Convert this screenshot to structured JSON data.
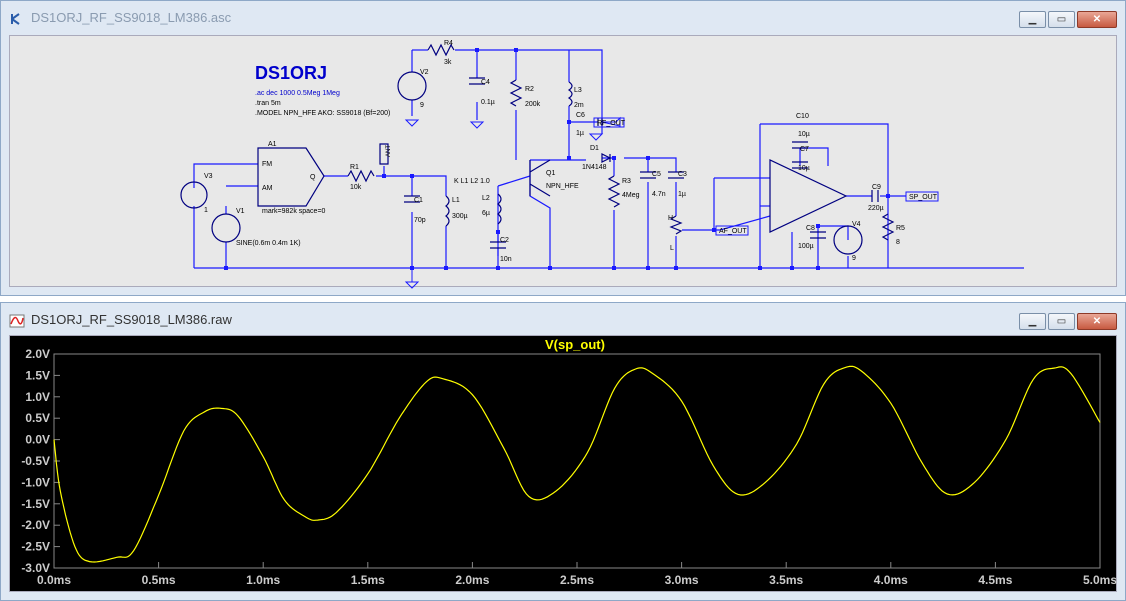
{
  "schematic_window": {
    "title": "DS1ORJ_RF_SS9018_LM386.asc",
    "heading": "DS1ORJ",
    "directives": [
      ".ac dec 1000 0.5Meg 1Meg",
      ".tran 5m",
      ".MODEL NPN_HFE AKO: SS9018 (Bf=200)"
    ],
    "components": {
      "v2": {
        "name": "V2",
        "value": "9"
      },
      "r4": {
        "name": "R4",
        "value": "3k"
      },
      "c4": {
        "name": "C4",
        "value": "0.1µ"
      },
      "r2": {
        "name": "R2",
        "value": "200k"
      },
      "l3": {
        "name": "L3",
        "value": "2m"
      },
      "c6": {
        "name": "C6",
        "value": "1µ"
      },
      "d1": {
        "name": "D1",
        "value": "1N4148"
      },
      "r3": {
        "name": "R3",
        "value": "4Meg"
      },
      "c5": {
        "name": "C5",
        "value": "4.7n"
      },
      "c3": {
        "name": "C3",
        "value": "1µ"
      },
      "q1": {
        "name": "Q1",
        "value": "NPN_HFE"
      },
      "a1": {
        "name": "A1",
        "in_fm": "FM",
        "in_am": "AM",
        "out": "Q",
        "params": "mark=982k space=0"
      },
      "v3": {
        "name": "V3",
        "value": "1"
      },
      "v1": {
        "name": "V1",
        "value": "SINE(0.6m 0.4m 1K)"
      },
      "r1": {
        "name": "R1",
        "value": "10k"
      },
      "c1": {
        "name": "C1",
        "value": "70p"
      },
      "l1": {
        "name": "L1",
        "value": "300µ"
      },
      "k": "K L1 L2 1.0",
      "l2": {
        "name": "L2",
        "value": "6µ"
      },
      "c2": {
        "name": "C2",
        "value": "10n"
      },
      "c10": {
        "name": "C10",
        "value": "10µ"
      },
      "c7": {
        "name": "C7",
        "value": "10µ"
      },
      "c8": {
        "name": "C8",
        "value": "100µ"
      },
      "v4": {
        "name": "V4",
        "value": "9"
      },
      "c9": {
        "name": "C9",
        "value": "220µ"
      },
      "r5": {
        "name": "R5",
        "value": "8"
      },
      "pot_h": "H",
      "pot_l": "L",
      "ant": "ANT"
    },
    "net_labels": {
      "rf_out": "RF_OUT",
      "af_out": "AF_OUT",
      "sp_out": "SP_OUT"
    }
  },
  "waveform_window": {
    "title": "DS1ORJ_RF_SS9018_LM386.raw",
    "trace_label": "V(sp_out)"
  },
  "colors": {
    "trace": "#ffff00",
    "schematic_wire": "#0000ff",
    "component": "#000080",
    "heading": "#0000cc"
  },
  "chart_data": {
    "type": "line",
    "title": "V(sp_out)",
    "xlabel": "",
    "ylabel": "",
    "xlim": [
      0,
      5
    ],
    "ylim": [
      -3,
      2
    ],
    "x_ticks": [
      "0.0ms",
      "0.5ms",
      "1.0ms",
      "1.5ms",
      "2.0ms",
      "2.5ms",
      "3.0ms",
      "3.5ms",
      "4.0ms",
      "4.5ms",
      "5.0ms"
    ],
    "y_ticks": [
      "2.0V",
      "1.5V",
      "1.0V",
      "0.5V",
      "0.0V",
      "-0.5V",
      "-1.0V",
      "-1.5V",
      "-2.0V",
      "-2.5V",
      "-3.0V"
    ],
    "grid": false,
    "series": [
      {
        "name": "V(sp_out)",
        "x": [
          0,
          0.03,
          0.1,
          0.17,
          0.3,
          0.38,
          0.5,
          0.62,
          0.72,
          0.8,
          0.88,
          1.0,
          1.1,
          1.2,
          1.26,
          1.35,
          1.5,
          1.65,
          1.78,
          1.86,
          2.0,
          2.15,
          2.27,
          2.4,
          2.55,
          2.68,
          2.78,
          2.86,
          3.0,
          3.15,
          3.27,
          3.4,
          3.55,
          3.68,
          3.78,
          3.86,
          4.0,
          4.15,
          4.27,
          4.4,
          4.55,
          4.68,
          4.78,
          4.86,
          5.0
        ],
        "y": [
          0,
          -1.2,
          -2.5,
          -2.85,
          -2.75,
          -2.6,
          -1.3,
          0.2,
          0.65,
          0.73,
          0.55,
          -0.4,
          -1.4,
          -1.8,
          -1.88,
          -1.7,
          -0.8,
          0.5,
          1.35,
          1.42,
          1.05,
          -0.2,
          -1.33,
          -1.2,
          -0.3,
          1.2,
          1.65,
          1.55,
          0.9,
          -0.6,
          -1.28,
          -1.0,
          -0.1,
          1.3,
          1.68,
          1.6,
          0.85,
          -0.55,
          -1.27,
          -1.0,
          0.0,
          1.4,
          1.67,
          1.55,
          0.4
        ]
      }
    ]
  }
}
